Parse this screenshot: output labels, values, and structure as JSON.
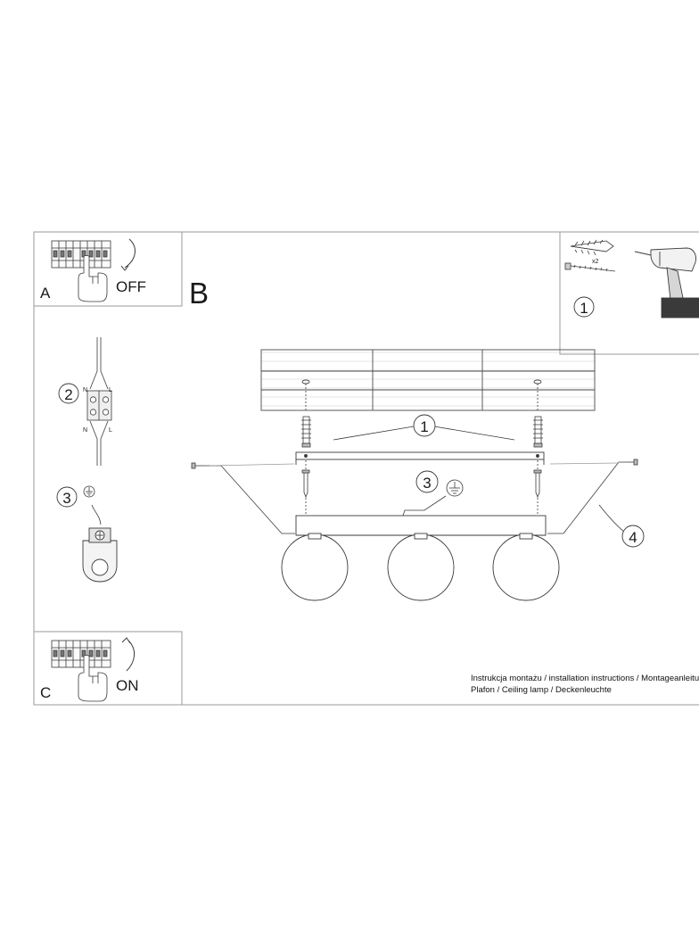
{
  "panels": {
    "a": {
      "letter": "A",
      "label": "OFF"
    },
    "b": {
      "letter": "B"
    },
    "c": {
      "letter": "C",
      "label": "ON"
    }
  },
  "tools": {
    "quantity": "x2",
    "step": "1"
  },
  "steps": {
    "step2": {
      "number": "2",
      "neutral": "N",
      "live": "L"
    },
    "step3": {
      "number": "3"
    }
  },
  "main": {
    "callout_1": "1",
    "callout_3": "3",
    "callout_4": "4"
  },
  "captions": {
    "line1": "Instrukcja montażu / installation instructions / Montageanleitung",
    "line2": "Plafon / Ceiling lamp / Deckenleuchte"
  },
  "colors": {
    "line": "#3a3a3a",
    "frame": "#9a9a9a",
    "paper": "#ffffff"
  }
}
